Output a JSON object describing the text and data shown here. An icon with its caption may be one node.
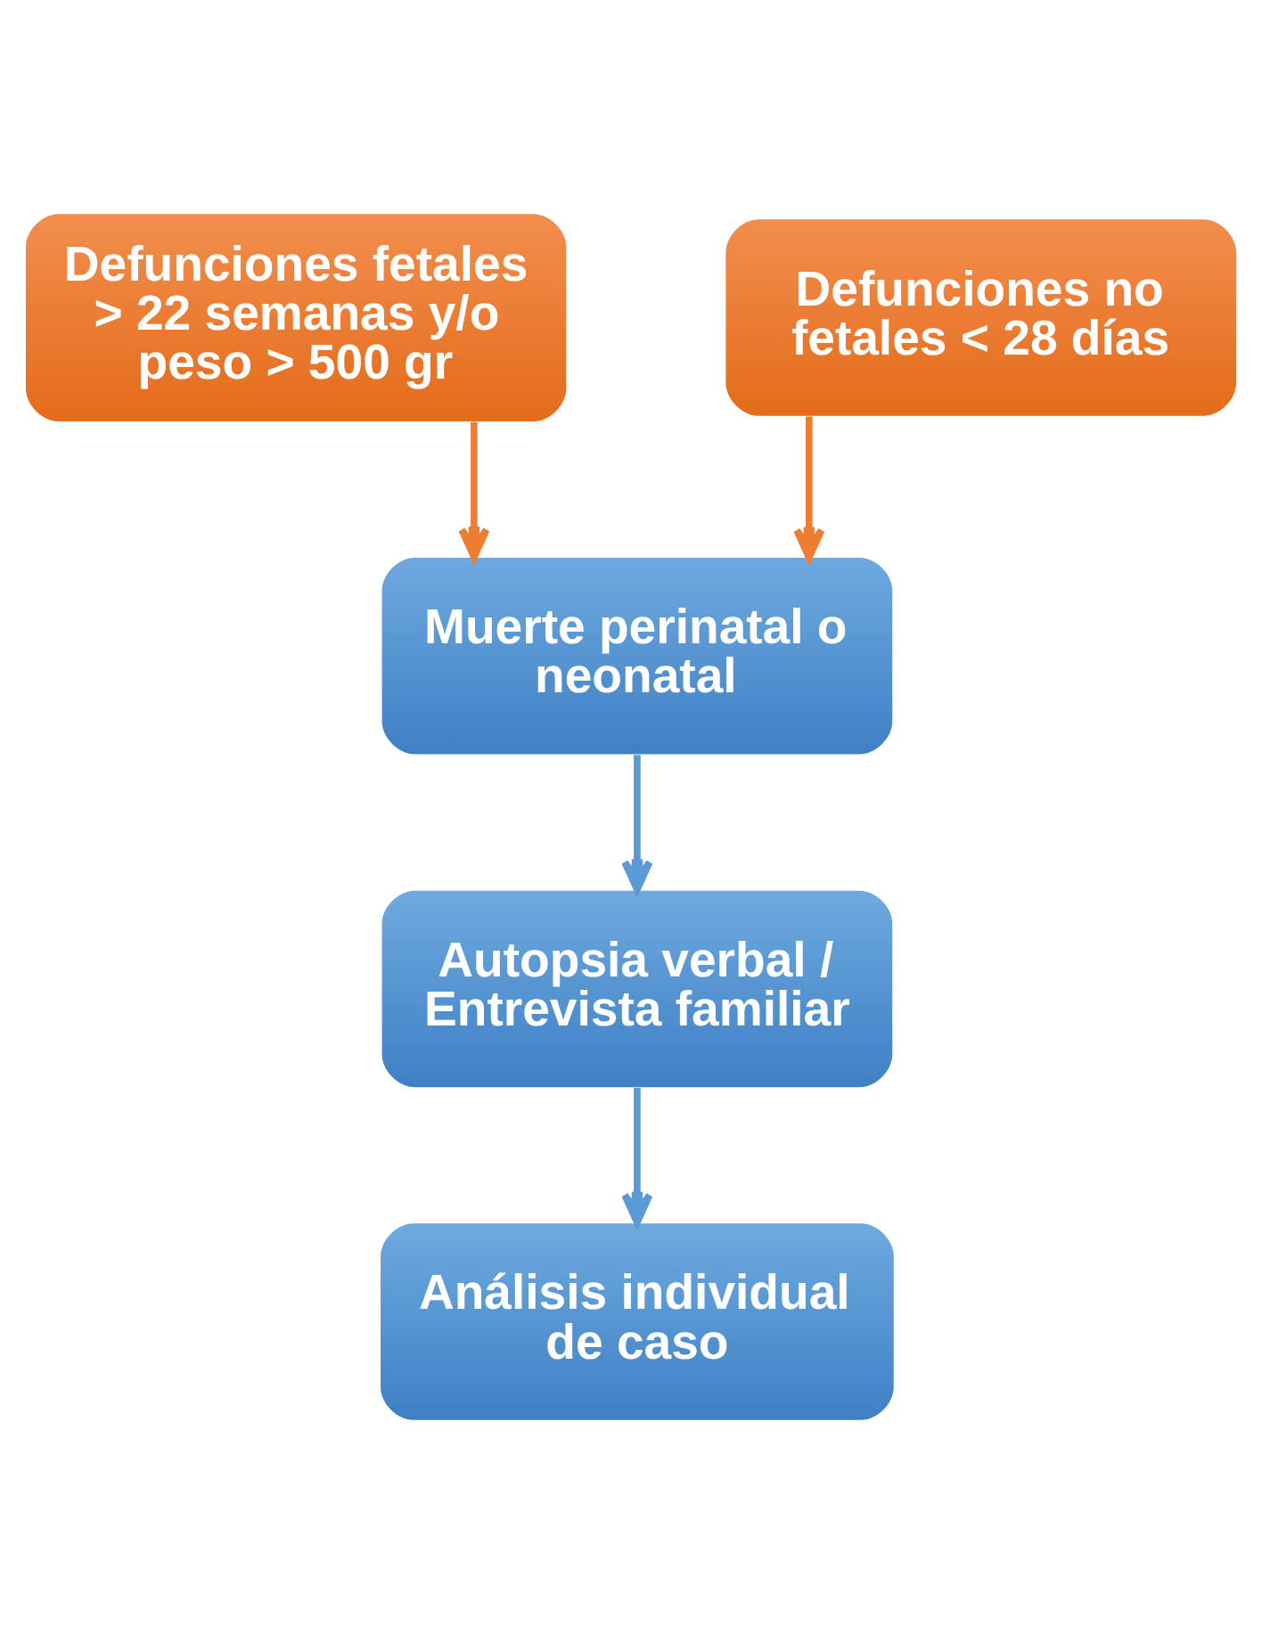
{
  "diagram": {
    "nodes": [
      {
        "text": [
          "Defunciones fetales > 22 semanas y/o peso > 500 gr"
        ]
      },
      {
        "text": [
          "Defunciones no fetales < 28 días"
        ]
      },
      {
        "text": [
          "Muerte perinatal o neonatal"
        ]
      },
      {
        "text": [
          "Autopsia verbal / Entrevista familiar"
        ]
      },
      {
        "text": [
          "Análisis individual de caso"
        ]
      }
    ],
    "edges": [
      {
        "from": 0,
        "to": 2,
        "arrow": "to",
        "color": "#ed7d31"
      },
      {
        "from": 1,
        "to": 2,
        "arrow": "to",
        "color": "#ed7d31"
      },
      {
        "from": 2,
        "to": 3,
        "arrow": "to",
        "color": "#5b9bd5"
      },
      {
        "from": 3,
        "to": 4,
        "arrow": "to",
        "color": "#5b9bd5"
      }
    ]
  }
}
